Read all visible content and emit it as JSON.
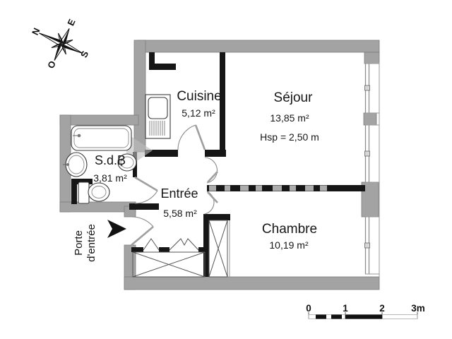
{
  "rooms": {
    "cuisine": {
      "name": "Cuisine",
      "area": "5,12 m²"
    },
    "sejour": {
      "name": "Séjour",
      "area": "13,85 m²",
      "ceiling_height": "Hsp = 2,50 m"
    },
    "sdb": {
      "name": "S.d.B",
      "area": "3,81 m²"
    },
    "entree": {
      "name": "Entrée",
      "area": "5,58 m²"
    },
    "chambre": {
      "name": "Chambre",
      "area": "10,19 m²"
    }
  },
  "entrance": {
    "label_line1": "Porte",
    "label_line2": "d'entrée"
  },
  "compass": {
    "north": "N",
    "east": "E",
    "south": "S",
    "west": "O"
  },
  "scale_bar": {
    "ticks": [
      "0",
      "1",
      "2",
      "3m"
    ]
  },
  "colors": {
    "wall_gray": "#a3a3a3",
    "interior_wall": "#161616",
    "background": "#ffffff",
    "watermark": "#bdbdbd"
  }
}
